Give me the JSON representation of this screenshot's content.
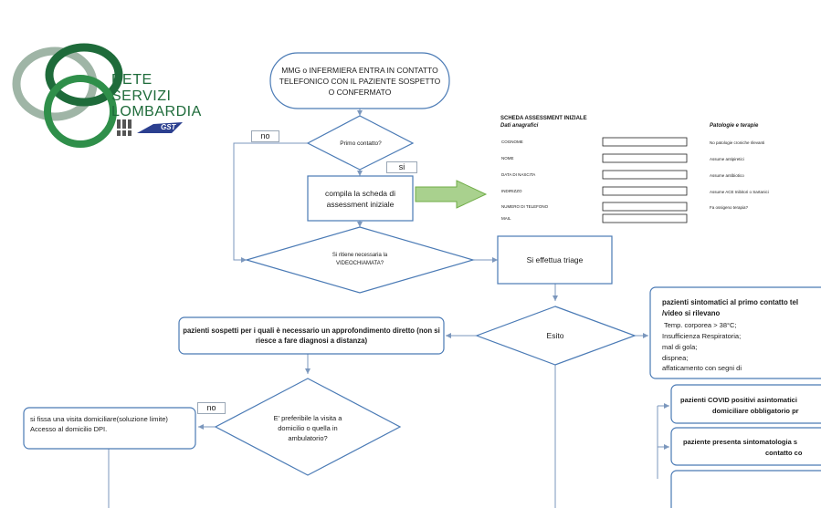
{
  "logo": {
    "line1": "RETE",
    "line2": "SERVIZI",
    "line3": "LOMBARDIA",
    "badge": "GST",
    "colors": {
      "dark_green": "#1e6b3a",
      "mid_green": "#2f8f4a",
      "light_grey_green": "#9fb5a6",
      "text": "#1e6b3a"
    }
  },
  "flow": {
    "start": "MMG o INFERMIERA ENTRA IN CONTATTO TELEFONICO CON IL PAZIENTE SOSPETTO O CONFERMATO",
    "decision_first_contact": "Primo contatto?",
    "label_no_top": "no",
    "label_si": "si",
    "compile_form": "compila la scheda di assessment iniziale",
    "decision_video": "Si ritiene necessaria la VIDEOCHIAMATA?",
    "triage": "Si effettua triage",
    "decision_esito": "Esito",
    "suspected_patients": "pazienti sospetti per i quali è necessario un approfondimento diretto (non si riesce a fare diagnosi a distanza)",
    "decision_home_visit": "E' preferibile la visita a domicilio o quella in ambulatorio?",
    "label_no_bottom": "no",
    "home_visit": "si fissa una visita domiciliare(soluzione limite) Accesso al domicilio DPI.",
    "symptomatic": {
      "line1": "pazienti sintomatici al primo contatto tel",
      "line2": "/video si rilevano",
      "line3": "Temp. corporea > 38°C;",
      "line4": "Insufficienza Respiratoria;",
      "line5": "mal di gola;",
      "line6": "dispnea;",
      "line7": "affaticamento con segni di"
    },
    "covid_positive": {
      "line1": "pazienti COVID positivi asintomatici",
      "line2": "domiciliare obbligatorio pr"
    },
    "symptoms_present": {
      "line1": "paziente presenta sintomatologia s",
      "line2": "contatto co"
    }
  },
  "assessment_form": {
    "title": "SCHEDA ASSESSMENT INIZIALE",
    "subtitle": "Dati anagrafici",
    "fields": [
      "COGNOME",
      "NOME",
      "DATA DI NASCITA",
      "INDIRIZZO",
      "NUMERO DI TELEFONO",
      "MAIL"
    ],
    "right_title": "Patologie e terapie",
    "right_items": [
      "No patologie croniche rilevanti",
      "Assume antipiretici",
      "Assume antibiotico",
      "Assume ACE Inibitori o Sartanici",
      "Fa ossigeno terapia?"
    ]
  },
  "colors": {
    "node_border": "#4a7ab5",
    "arrow": "#7b97bd",
    "connector": "#a9b7c8",
    "big_arrow_fill": "#a9d18e",
    "big_arrow_stroke": "#70ad47"
  }
}
